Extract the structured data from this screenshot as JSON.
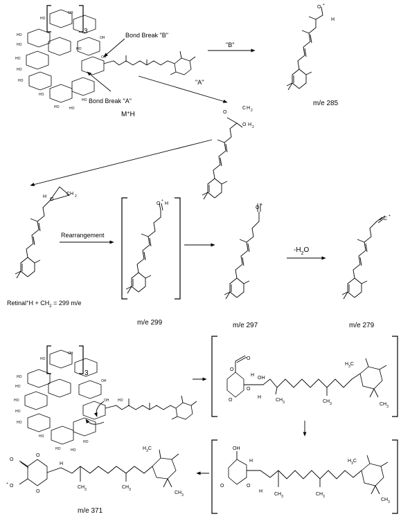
{
  "labels": {
    "bond_break_b": "Bond Break \"B\"",
    "bond_break_a": "Bond Break \"A\"",
    "mh_m": "M",
    "mh_plus": "+",
    "mh_h": "H",
    "arrow_b": "\"B\"",
    "arrow_a": "\"A\"",
    "rearrangement": "Rearrangement",
    "minus_h2o": "-H",
    "minus_h2o_sub": "2",
    "minus_h2o_o": "O",
    "cyclo_3_top": "3",
    "cyclo_3_bottom": "3",
    "retinal_eq_a": "Retinal",
    "retinal_eq_plus": "+",
    "retinal_eq_b": "H  +  CH",
    "retinal_eq_sub": "2",
    "retinal_eq_c": " = 299 m/e"
  },
  "masses": {
    "m285": "m/e  285",
    "m299": "m/e 299",
    "m297": "m/e 297",
    "m279": "m/e 279",
    "m371": "m/e 371"
  },
  "atoms": {
    "o": "O",
    "o_plus": "+",
    "oh": "OH",
    "ho": "HO",
    "h": "H",
    "ch2": "CH",
    "ch2_sub": "2",
    "ch3": "CH",
    "ch3_sub": "3",
    "h3c": "H",
    "h3c_sub": "3",
    "h3c_c": "C",
    "c_dot": "C",
    "o_minus": "O"
  }
}
